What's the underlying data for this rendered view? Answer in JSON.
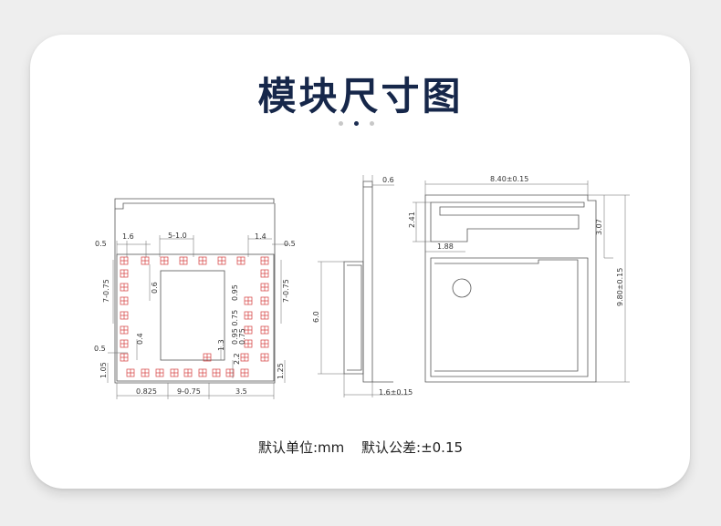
{
  "title": "模块尺寸图",
  "footer": {
    "unit": "默认单位:mm",
    "tolerance": "默认公差:±0.15"
  },
  "labels": {
    "d_05_left": "0.5",
    "d_16": "1.6",
    "d_5x10": "5-1.0",
    "d_14": "1.4",
    "d_05_right": "0.5",
    "d_7x075_left": "7-0.75",
    "d_06": "0.6",
    "d_7x075_right": "7-0.75",
    "d_pin_095": "0.95",
    "d_pin_075": "0.75",
    "d_0907": "0.95 0.75",
    "d_05_low": "0.5",
    "d_04": "0.4",
    "d_13": "1.3",
    "d_22": "2.2",
    "d_105": "1.05",
    "d_125": "1.25",
    "d_0825": "0.825",
    "d_9x075": "9-0.75",
    "d_35": "3.5",
    "s_06": "0.6",
    "s_60": "6.0",
    "s_16": "1.6±0.15",
    "t_840": "8.40±0.15",
    "t_241": "2.41",
    "t_307": "3.07",
    "t_188": "1.88",
    "t_980": "9.80±0.15"
  }
}
